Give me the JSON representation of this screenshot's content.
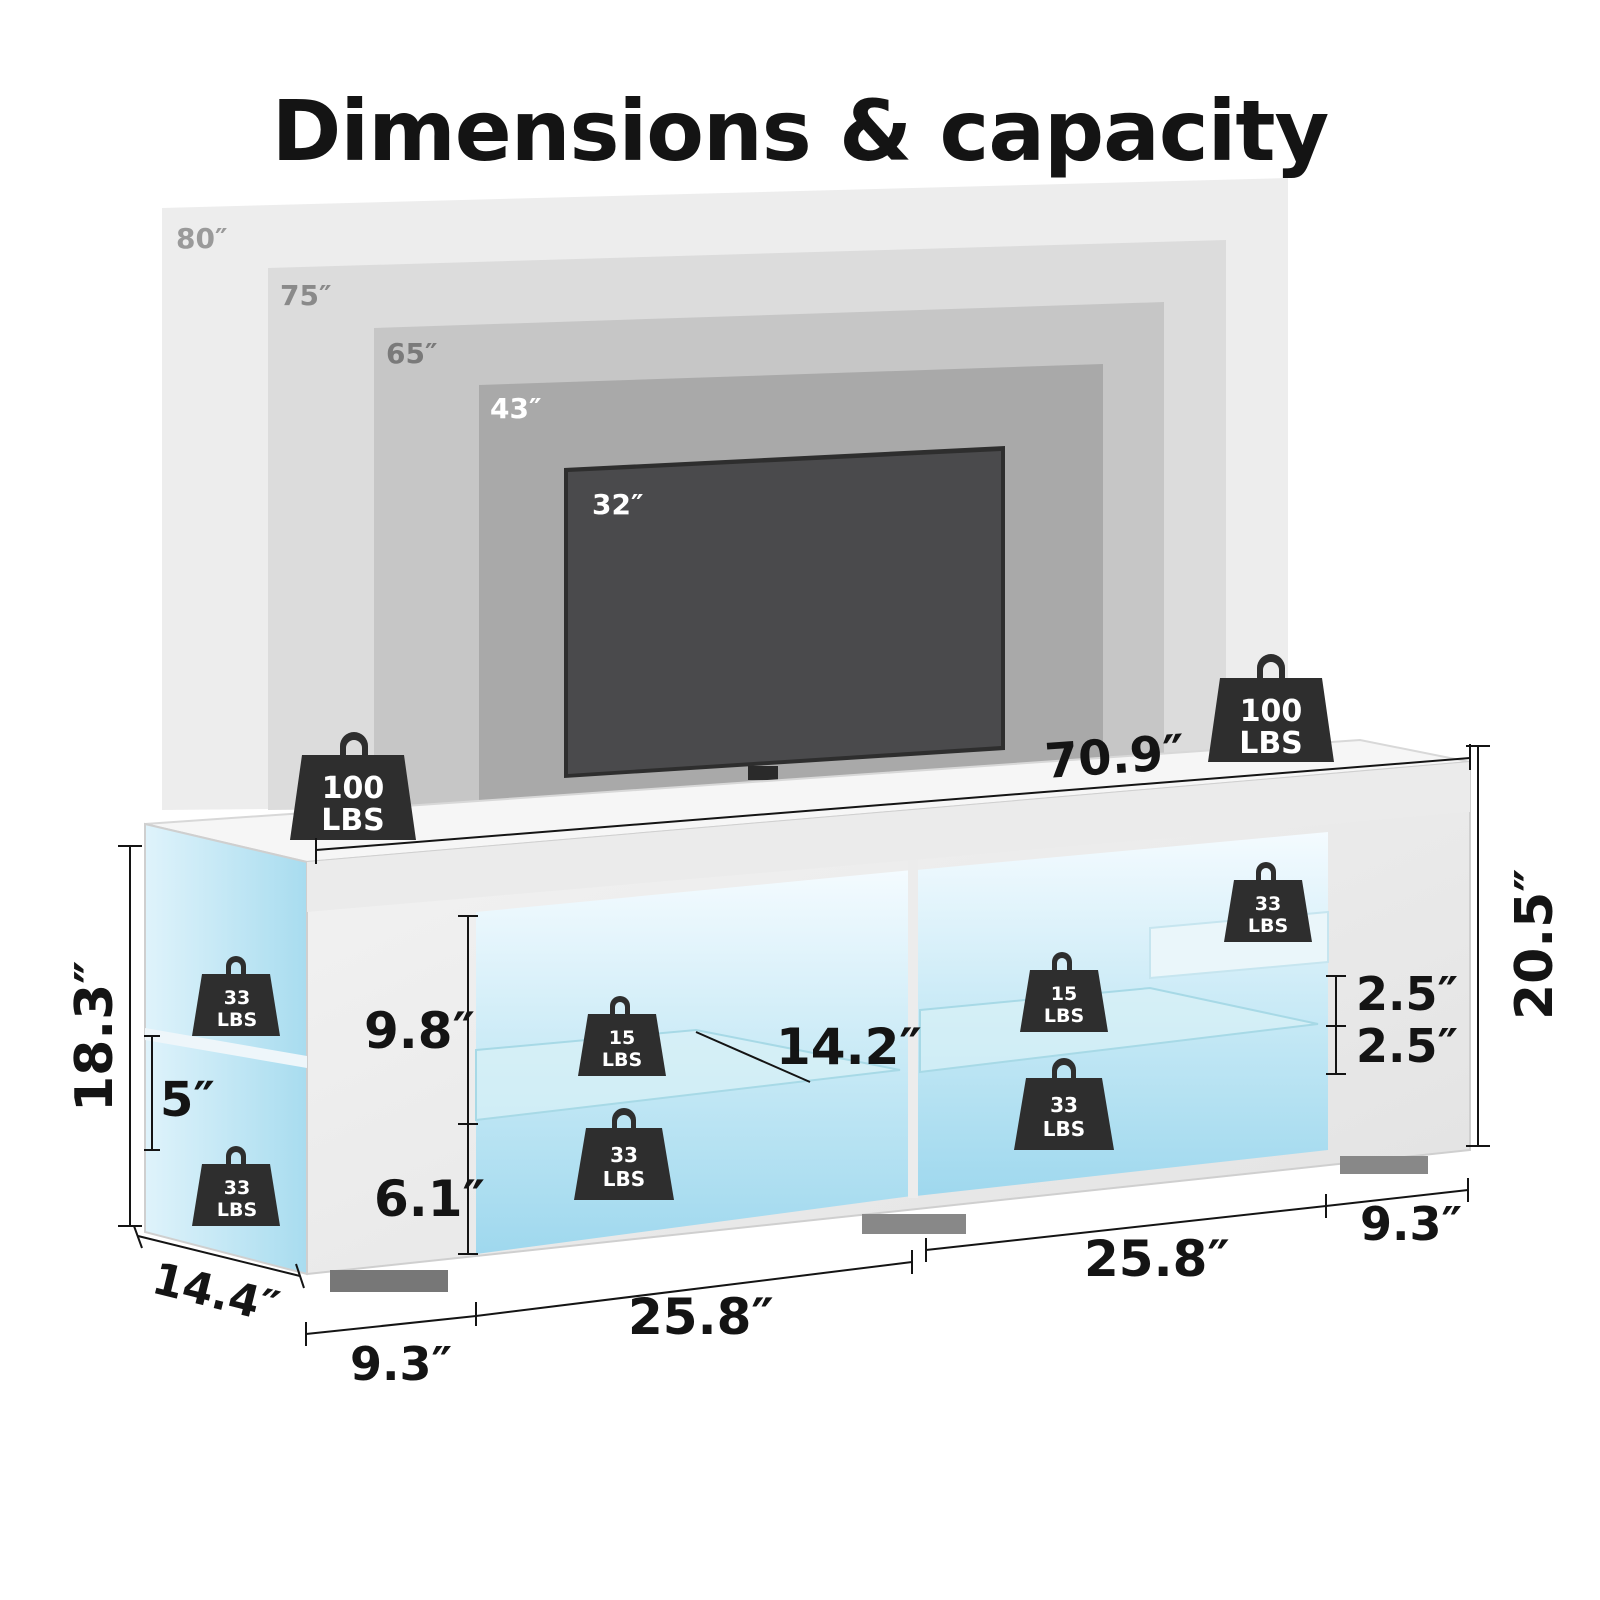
{
  "title": "Dimensions & capacity",
  "screen_sizes": [
    "80″",
    "75″",
    "65″",
    "43″",
    "32″"
  ],
  "weights": {
    "top_left_line1": "100",
    "top_left_line2": "LBS",
    "top_right_line1": "100",
    "top_right_line2": "LBS",
    "left_upper_line1": "33",
    "left_upper_line2": "LBS",
    "left_lower_line1": "33",
    "left_lower_line2": "LBS",
    "center_left_glass_line1": "15",
    "center_left_glass_line2": "LBS",
    "center_left_bottom_line1": "33",
    "center_left_bottom_line2": "LBS",
    "center_right_glass_line1": "15",
    "center_right_glass_line2": "LBS",
    "center_right_bottom_line1": "33",
    "center_right_bottom_line2": "LBS",
    "right_upper_line1": "33",
    "right_upper_line2": "LBS"
  },
  "dimensions": {
    "total_width": "70.9″",
    "total_height": "20.5″",
    "side_height": "18.3″",
    "depth": "14.4″",
    "left_lower_shelf": "5″",
    "upper_compartment": "9.8″",
    "lower_compartment": "6.1″",
    "glass_depth": "14.2″",
    "right_shelf_upper": "2.5″",
    "right_shelf_lower": "2.5″",
    "left_section_width": "9.3″",
    "center_left_width": "25.8″",
    "center_right_width": "25.8″",
    "right_section_width": "9.3″"
  }
}
